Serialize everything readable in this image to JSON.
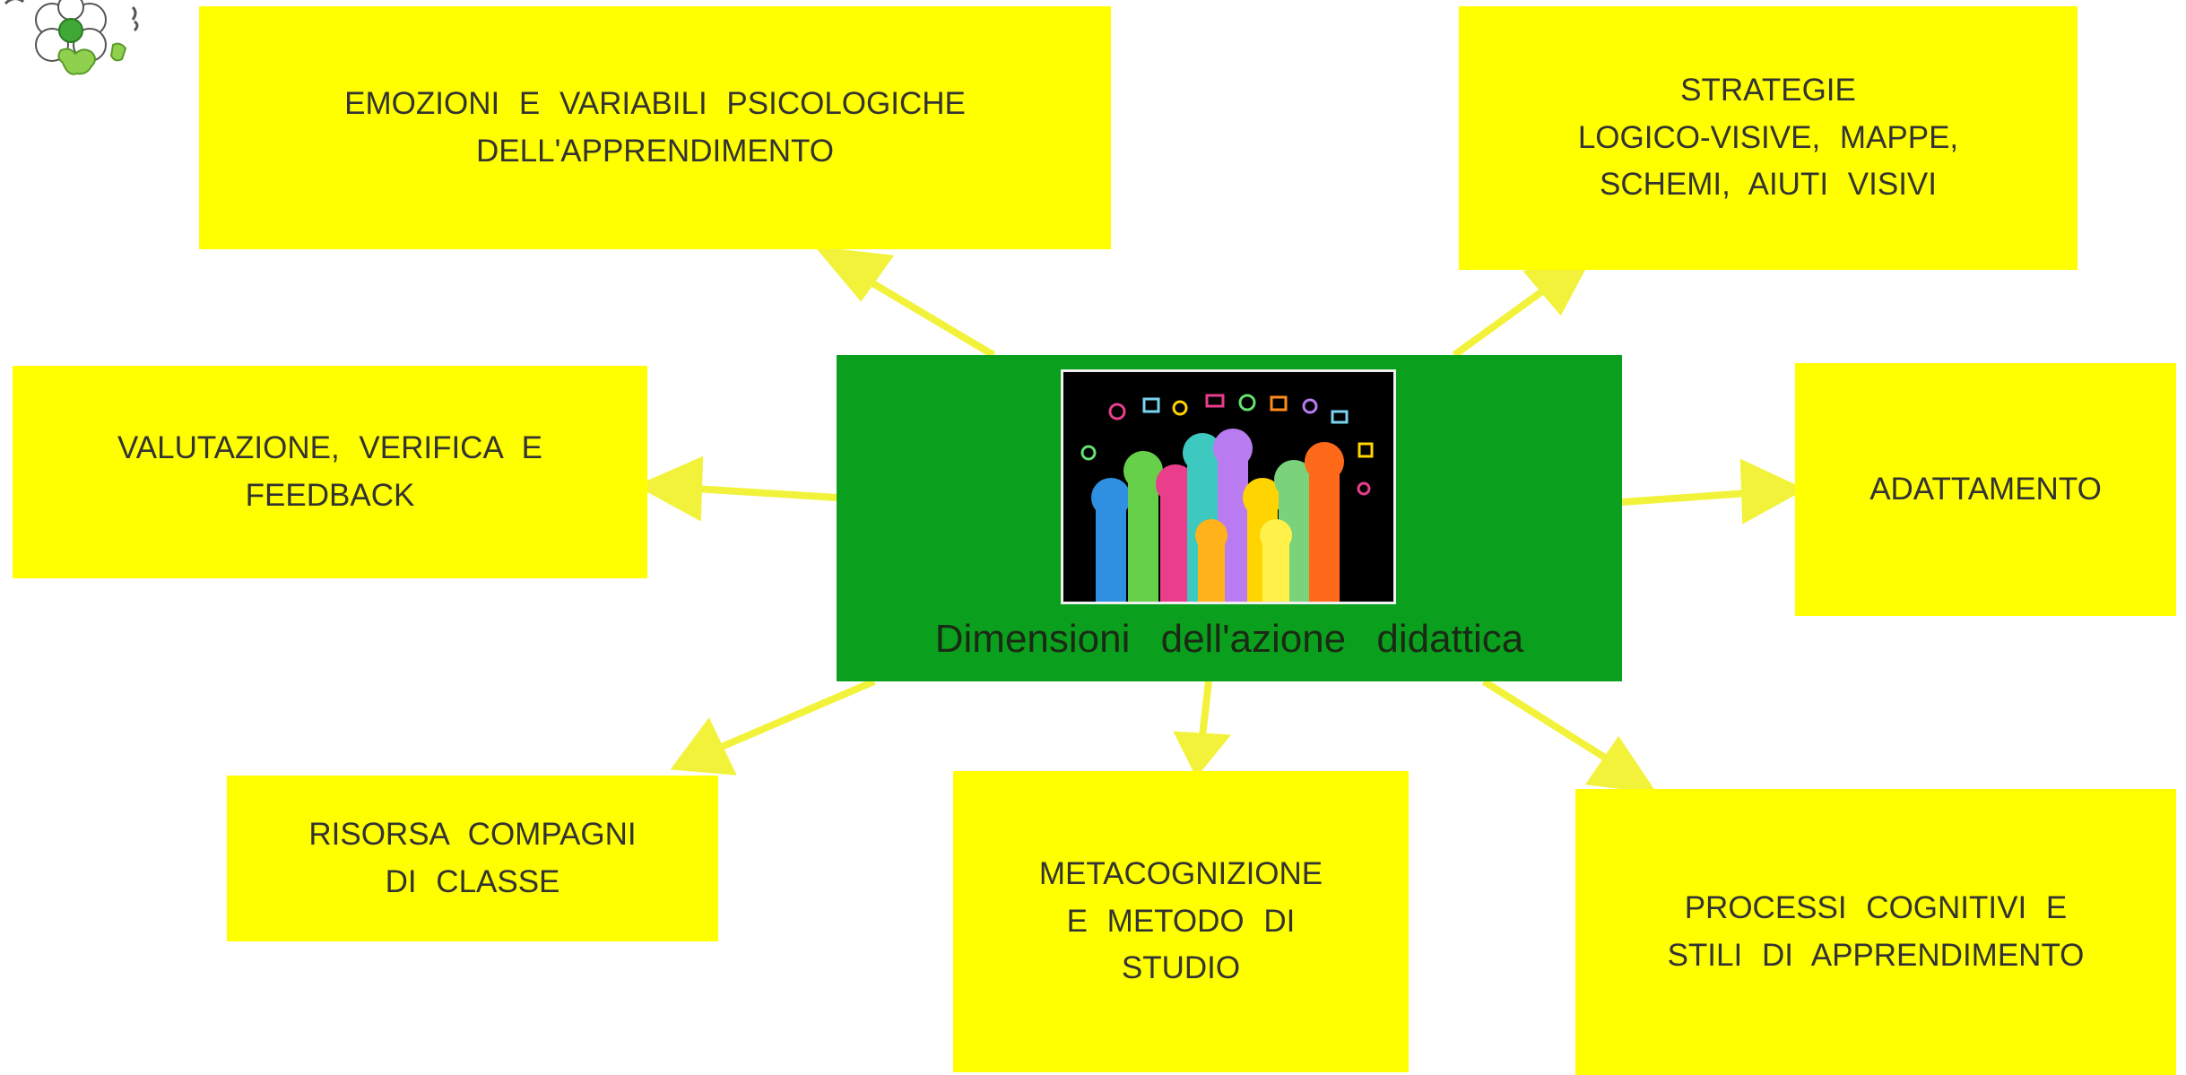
{
  "diagram": {
    "center": {
      "title": "Dimensioni dell'azione didattica"
    },
    "boxes": [
      {
        "id": "emozioni",
        "text": "EMOZIONI E VARIABILI PSICOLOGICHE\nDELL'APPRENDIMENTO"
      },
      {
        "id": "strategie",
        "text": "STRATEGIE\nLOGICO-VISIVE, MAPPE,\nSCHEMI, AIUTI VISIVI"
      },
      {
        "id": "valutazione",
        "text": "VALUTAZIONE, VERIFICA E\nFEEDBACK"
      },
      {
        "id": "adattamento",
        "text": "ADATTAMENTO"
      },
      {
        "id": "risorsa",
        "text": "RISORSA COMPAGNI\nDI CLASSE"
      },
      {
        "id": "metacognizione",
        "text": "METACOGNIZIONE\nE METODO DI\nSTUDIO"
      },
      {
        "id": "processi",
        "text": "PROCESSI COGNITIVI E\nSTILI DI APPRENDIMENTO"
      }
    ]
  },
  "colors": {
    "box": "#ffff00",
    "center": "#0aa01e",
    "arrow": "#f2f23a",
    "text": "#333333"
  },
  "icons": {
    "logo": "flower-logo-icon",
    "photo": "raised-hands-image"
  }
}
